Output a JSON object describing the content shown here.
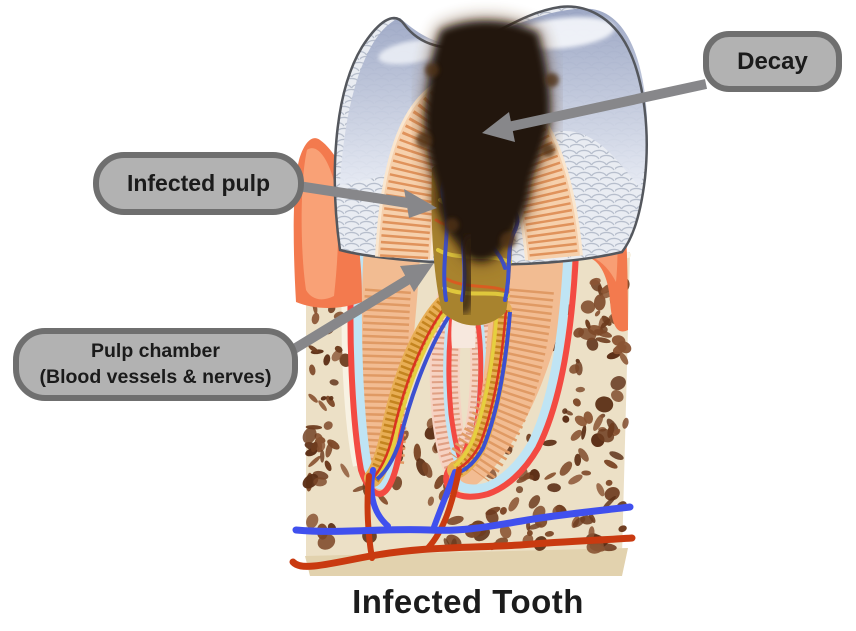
{
  "title": "Infected Tooth",
  "callouts": {
    "decay": {
      "text": "Decay"
    },
    "infected_pulp": {
      "text": "Infected pulp"
    },
    "pulp_chamber": {
      "line1": "Pulp chamber",
      "line2": "(Blood vessels & nerves)"
    }
  },
  "palette": {
    "background": "#ffffff",
    "callout_fill": "#b2b2b2",
    "callout_border": "#6f6f6f",
    "callout_text": "#1b1b1b",
    "title_text": "#1c1c1c",
    "arrow": "#87878a",
    "enamel_base": "#e9ecf2",
    "enamel_shade": "#9aa5c3",
    "enamel_outline": "#54575d",
    "dentin": "#f2bc92",
    "dentin_striation": "#e0935c",
    "pulp": "#a8832e",
    "nerve_yellow": "#e6cf3e",
    "decay": "#241507",
    "decay_halo": "#6b4423",
    "gum": "#f37a4e",
    "gum_light": "#f9a87e",
    "bone_fill": "#ece0c6",
    "bone_edge": "#f8f2e3",
    "bone_spots": [
      "#6e3c1f",
      "#7d4828",
      "#5c2f16",
      "#8a5433"
    ],
    "ligament_red": "#f34a42",
    "cementum_blue": "#bfe4f4",
    "canal_amber": "#e8ae55",
    "canal_rung": "#c4841f",
    "vessel_blue": "#4050ee",
    "vessel_red": "#c93a10"
  }
}
